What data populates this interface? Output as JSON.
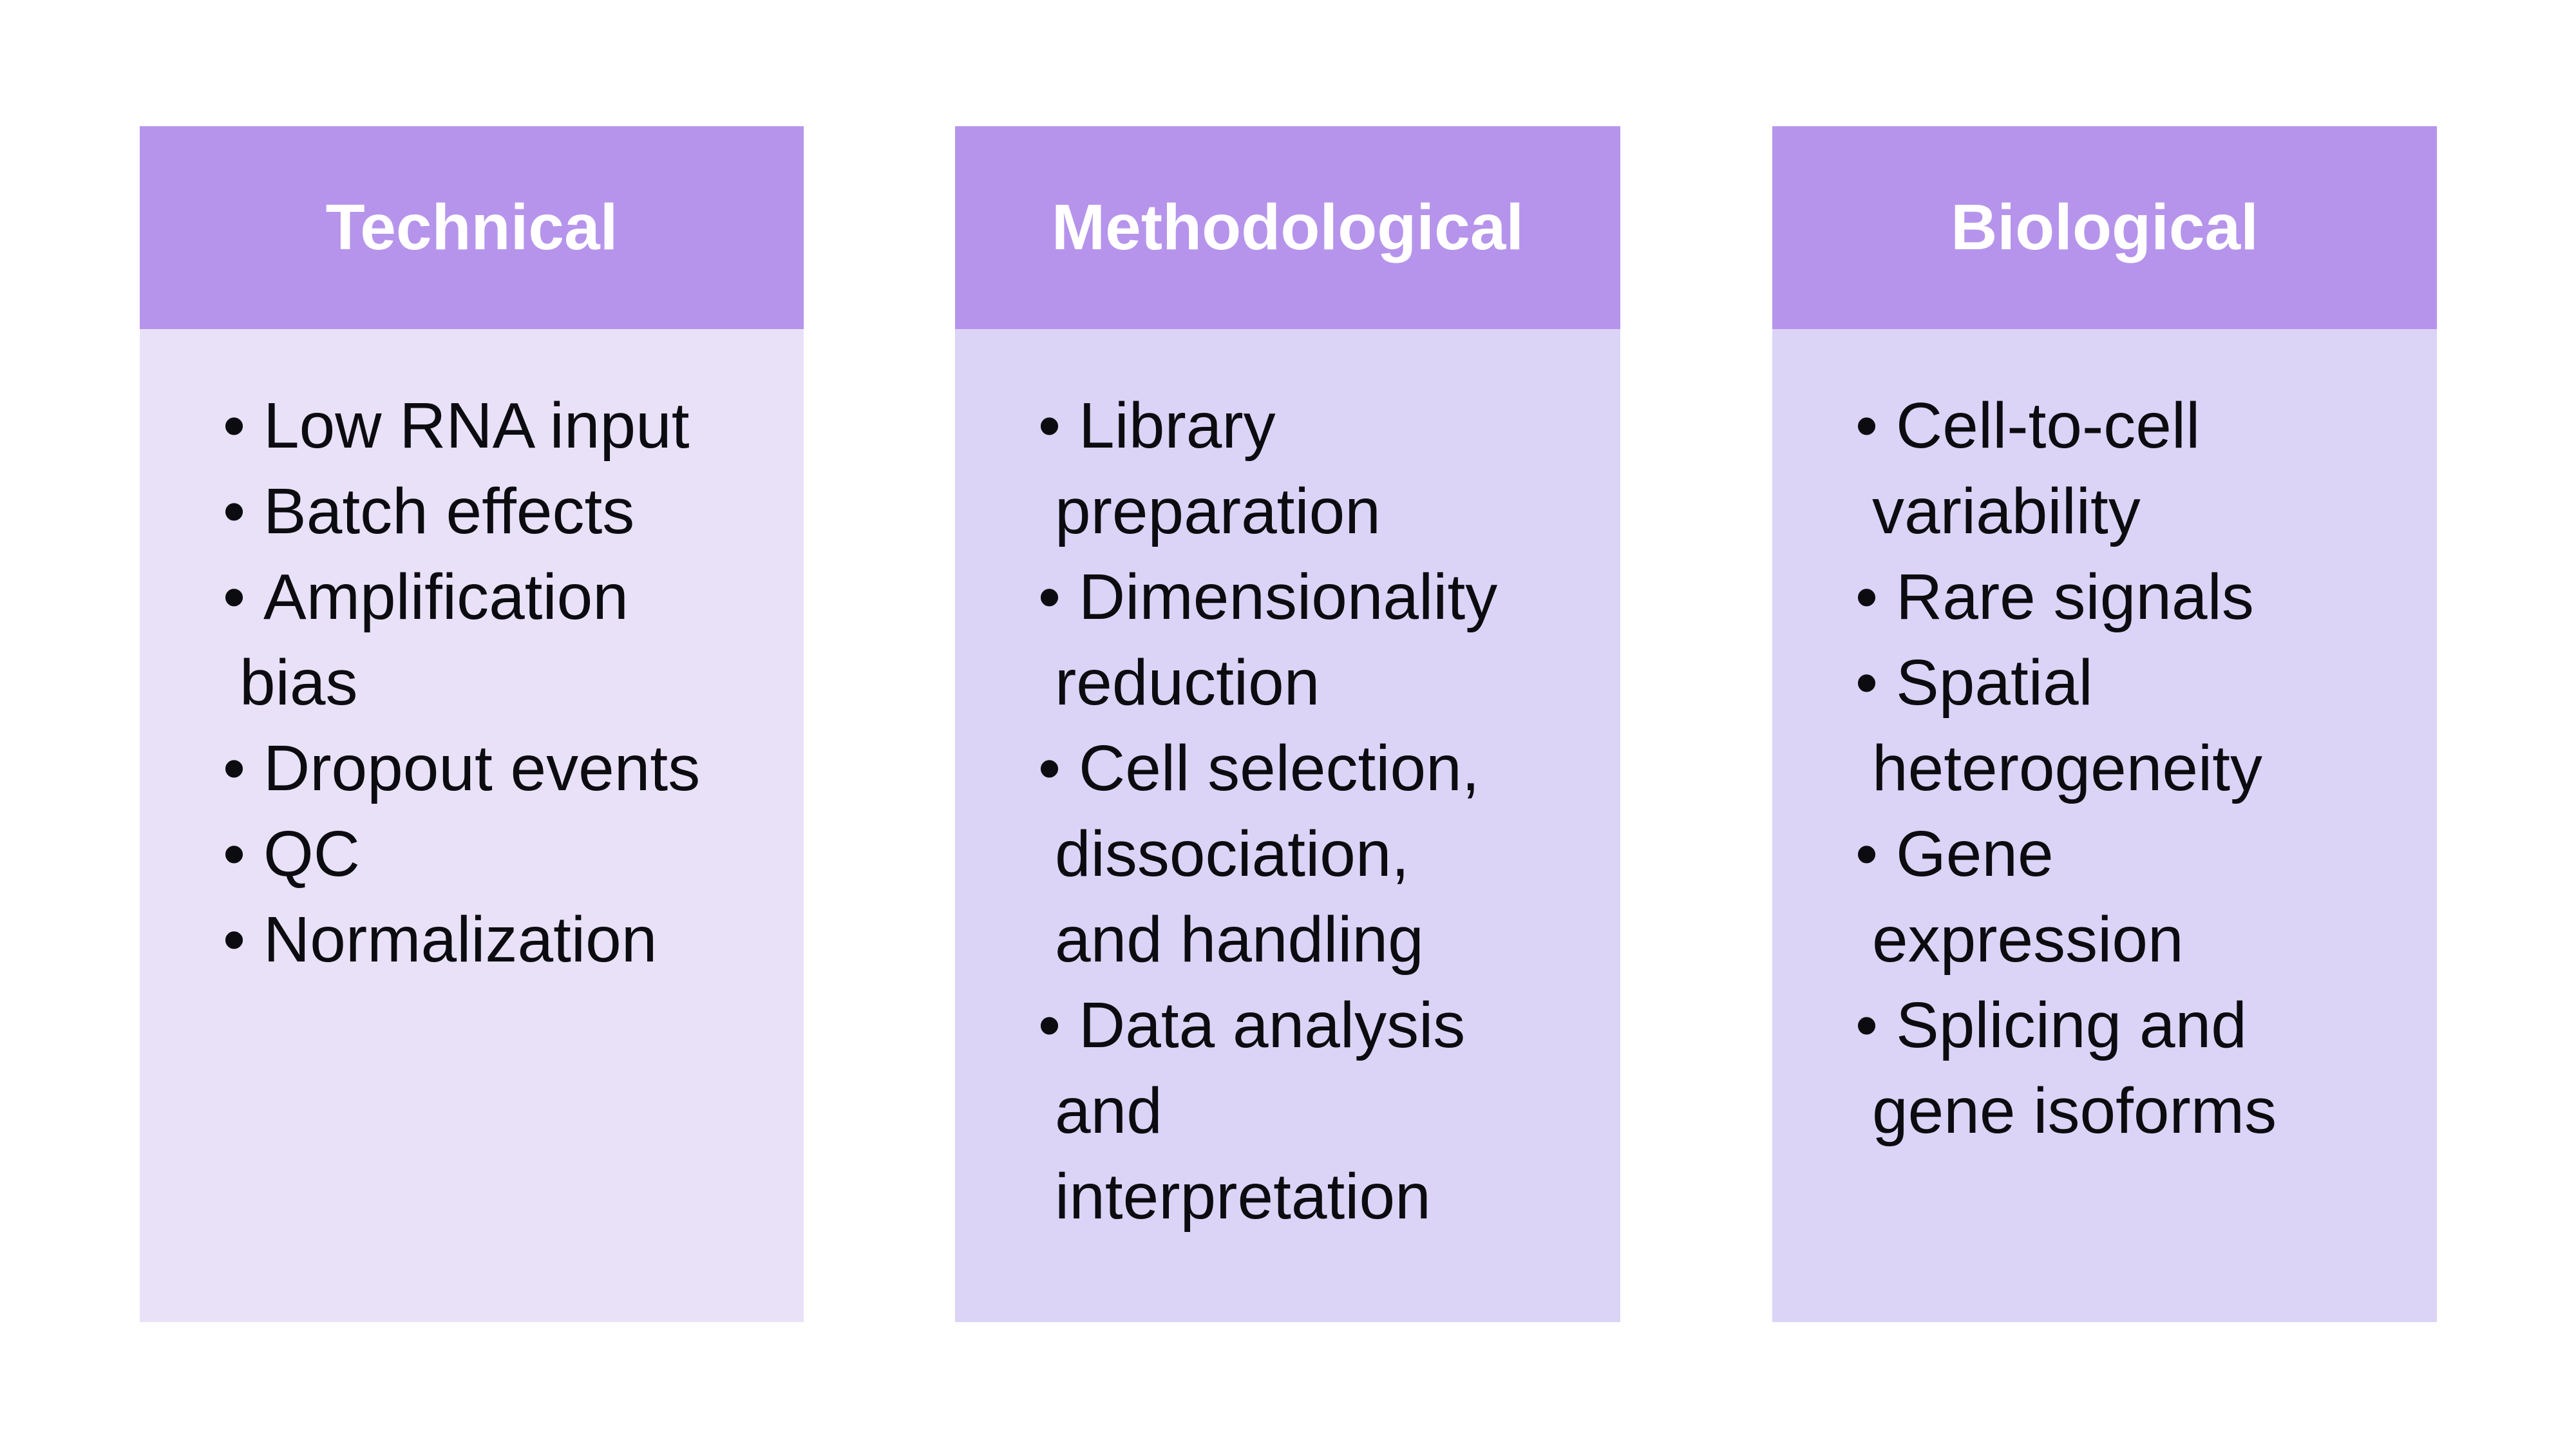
{
  "page": {
    "background_color": "#ffffff",
    "text_color": "#0c0c10",
    "header_text_color": "#ffffff"
  },
  "bullet": "•",
  "cards": [
    {
      "title": "Technical",
      "header_color": "#b694eb",
      "body_color": "#e8e1f8",
      "items": [
        "Low RNA input",
        "Batch effects",
        "Amplification\nbias",
        "Dropout events",
        "QC",
        "Normalization"
      ]
    },
    {
      "title": "Methodological",
      "header_color": "#b694eb",
      "body_color": "#dbd4f7",
      "items": [
        "Library\npreparation",
        "Dimensionality\nreduction",
        "Cell selection,\ndissociation,\nand handling",
        "Data analysis\nand\ninterpretation"
      ]
    },
    {
      "title": "Biological",
      "header_color": "#b694eb",
      "body_color": "#dbd4f7",
      "items": [
        "Cell-to-cell\nvariability",
        "Rare signals",
        "Spatial\nheterogeneity",
        "Gene\nexpression",
        "Splicing and\ngene isoforms"
      ]
    }
  ]
}
